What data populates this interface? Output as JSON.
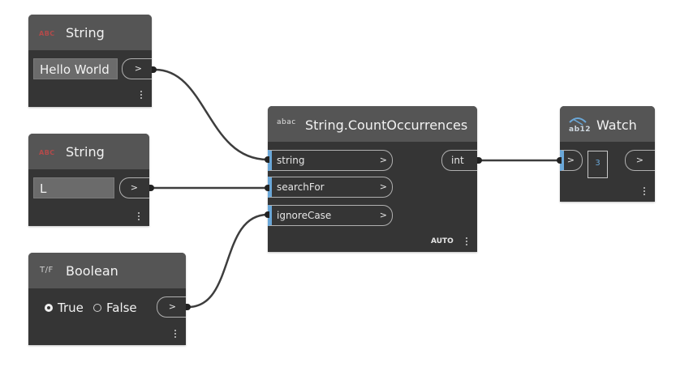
{
  "nodes": {
    "string1": {
      "title": "String",
      "icon_text": "ABC",
      "value": "Hello World",
      "out_arrow": ">"
    },
    "string2": {
      "title": "String",
      "icon_text": "ABC",
      "value": "L",
      "out_arrow": ">"
    },
    "boolean": {
      "title": "Boolean",
      "icon_text": "T/F",
      "options": [
        "True",
        "False"
      ],
      "selected": "True",
      "out_arrow": ">"
    },
    "count": {
      "title": "String.CountOccurrences",
      "icon_text": "abac",
      "inputs": [
        {
          "label": "string",
          "arrow": ">"
        },
        {
          "label": "searchFor",
          "arrow": ">"
        },
        {
          "label": "ignoreCase",
          "arrow": ">"
        }
      ],
      "output": {
        "label": "int"
      },
      "lacing": "AUTO"
    },
    "watch": {
      "title": "Watch",
      "icon_text": "ab12",
      "in_arrow": ">",
      "value": "3",
      "out_arrow": ">"
    }
  },
  "colors": {
    "node_body": "#353535",
    "node_header": "#555555",
    "input_marker": "#6aa7d8",
    "wire": "#3d3d3d",
    "string_icon": "#b44a4a"
  }
}
